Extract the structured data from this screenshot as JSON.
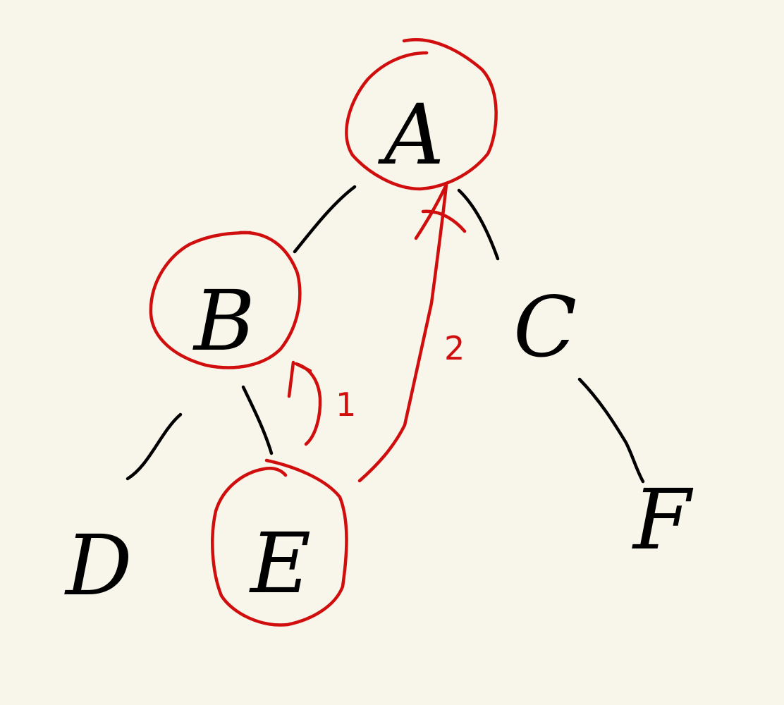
{
  "colors": {
    "background": "#f8f6ea",
    "ink": "#000000",
    "highlight": "#d10e0e"
  },
  "nodes": {
    "a": "A",
    "b": "B",
    "c": "C",
    "d": "D",
    "e": "E",
    "f": "F"
  },
  "edges": [
    {
      "from": "A",
      "to": "B"
    },
    {
      "from": "A",
      "to": "C"
    },
    {
      "from": "B",
      "to": "D"
    },
    {
      "from": "B",
      "to": "E"
    },
    {
      "from": "C",
      "to": "F"
    }
  ],
  "highlighted_nodes": [
    "A",
    "B",
    "E"
  ],
  "path_arrows": [
    {
      "from": "E",
      "to": "B",
      "label": "1"
    },
    {
      "from": "E",
      "to": "A",
      "label": "2"
    }
  ]
}
